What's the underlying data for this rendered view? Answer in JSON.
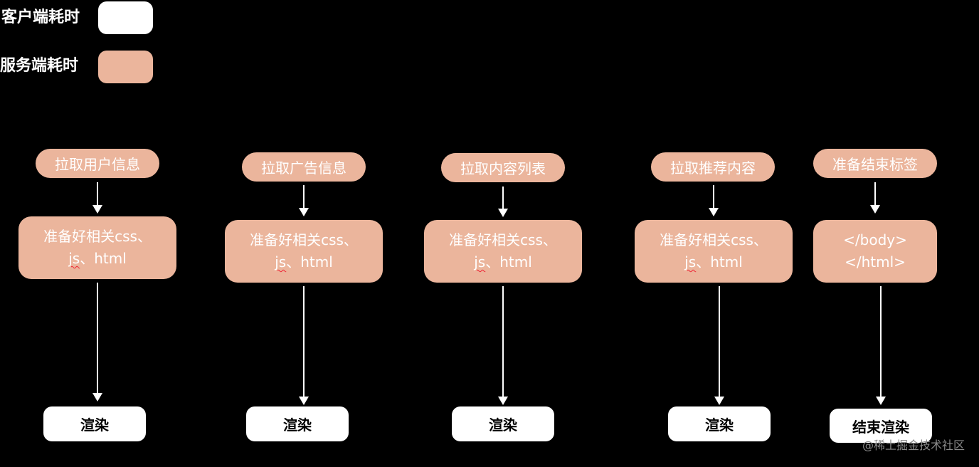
{
  "legend": {
    "client_label": "客户端耗时",
    "client_color": "#ffffff",
    "server_label": "服务端耗时",
    "server_color": "#ebb59c"
  },
  "columns": [
    {
      "fetch": "拉取用户信息",
      "prep_line1": "准备好相关css、",
      "prep_js": "js",
      "prep_rest": "、html",
      "render": "渲染"
    },
    {
      "fetch": "拉取广告信息",
      "prep_line1": "准备好相关css、",
      "prep_js": "js",
      "prep_rest": "、html",
      "render": "渲染"
    },
    {
      "fetch": "拉取内容列表",
      "prep_line1": "准备好相关css、",
      "prep_js": "js",
      "prep_rest": "、html",
      "render": "渲染"
    },
    {
      "fetch": "拉取推荐内容",
      "prep_line1": "准备好相关css、",
      "prep_js": "js",
      "prep_rest": "、html",
      "render": "渲染"
    },
    {
      "fetch": "准备结束标签",
      "prep_line1": "</body>",
      "prep_line2": "</html>",
      "render": "结束渲染"
    }
  ],
  "watermark": "@稀土掘金技术社区"
}
